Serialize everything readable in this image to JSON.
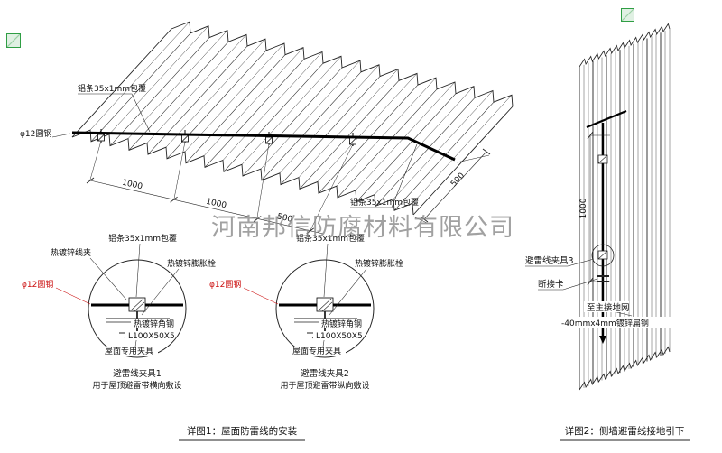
{
  "watermark": "河南邦信防腐材料有限公司",
  "colors": {
    "label_red": "#cc1111",
    "stamp_green": "#2f9e44",
    "watermark_gray": "#8a8a8a",
    "line": "#111111"
  },
  "detail1": {
    "caption": "详图1：屋面防雷线的安装",
    "roof": {
      "label_alu_top": "铝条35x1mm包覆",
      "label_alu_bottom": "铝条35x1mm包覆",
      "label_rod": "φ12圆钢",
      "dims": [
        "1000",
        "1000",
        "500"
      ],
      "dim_side": "500"
    },
    "clamp1": {
      "title": "避雷线夹具1",
      "subtitle": "用于屋顶避雷带横向敷设",
      "labels": {
        "clip": "热镀锌线夹",
        "alu": "铝条35x1mm包覆",
        "bolt": "热镀锌膨胀栓",
        "rod": "φ12圆钢",
        "angle": "热镀锌角钢",
        "angle_spec": "L100X50X5",
        "mount": "屋面专用夹具"
      }
    },
    "clamp2": {
      "title": "避雷线夹具2",
      "subtitle": "用于屋顶避雷带纵向敷设",
      "labels": {
        "alu": "铝条35x1mm包覆",
        "bolt": "热镀锌膨胀栓",
        "rod": "φ12圆钢",
        "angle": "热镀锌角钢",
        "angle_spec": "L100X50X5",
        "mount": "屋面专用夹具"
      }
    }
  },
  "detail2": {
    "caption": "详图2：侧墙避雷线接地引下",
    "dim": "1000",
    "labels": {
      "clamp3": "避雷线夹具3",
      "disconnect": "断接卡",
      "to_ground": "至主接地网",
      "flat_steel": "-40mmx4mm镀锌扁钢"
    }
  }
}
